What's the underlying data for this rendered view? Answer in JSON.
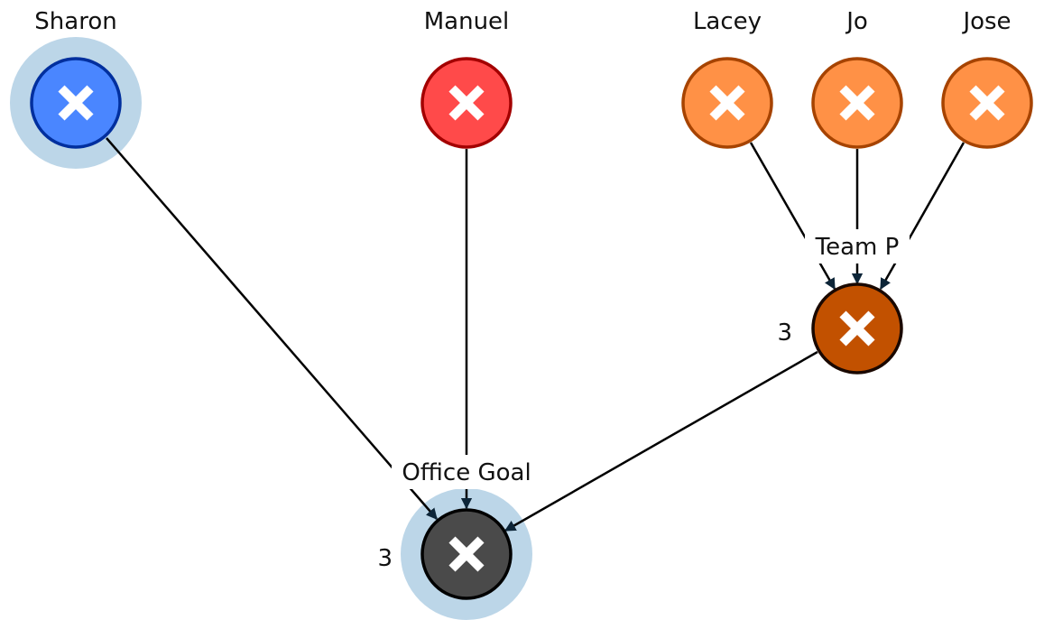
{
  "diagram": {
    "nodes": {
      "sharon": {
        "label": "Sharon",
        "icon": "x-icon",
        "color": "#4a86ff",
        "border": "#002f9e",
        "highlighted": true
      },
      "manuel": {
        "label": "Manuel",
        "icon": "x-icon",
        "color": "#ff4a4a",
        "border": "#a30000"
      },
      "lacey": {
        "label": "Lacey",
        "icon": "x-icon",
        "color": "#ff9146",
        "border": "#a64300"
      },
      "jo": {
        "label": "Jo",
        "icon": "x-icon",
        "color": "#ff9146",
        "border": "#a64300"
      },
      "jose": {
        "label": "Jose",
        "icon": "x-icon",
        "color": "#ff9146",
        "border": "#a64300"
      },
      "team_p": {
        "label": "Team P",
        "count": "3",
        "icon": "x-icon",
        "color": "#c25100",
        "border": "#1a0800"
      },
      "office": {
        "label": "Office Goal",
        "count": "3",
        "icon": "x-icon",
        "color": "#4a4a4a",
        "border": "#000000",
        "highlighted": true
      }
    },
    "edges": [
      {
        "from": "Sharon",
        "to": "Office Goal"
      },
      {
        "from": "Manuel",
        "to": "Office Goal"
      },
      {
        "from": "Team P",
        "to": "Office Goal"
      },
      {
        "from": "Lacey",
        "to": "Team P"
      },
      {
        "from": "Jo",
        "to": "Team P"
      },
      {
        "from": "Jose",
        "to": "Team P"
      }
    ],
    "highlight_color": "#bcd6e8",
    "arrow_color": "#0d2538"
  }
}
